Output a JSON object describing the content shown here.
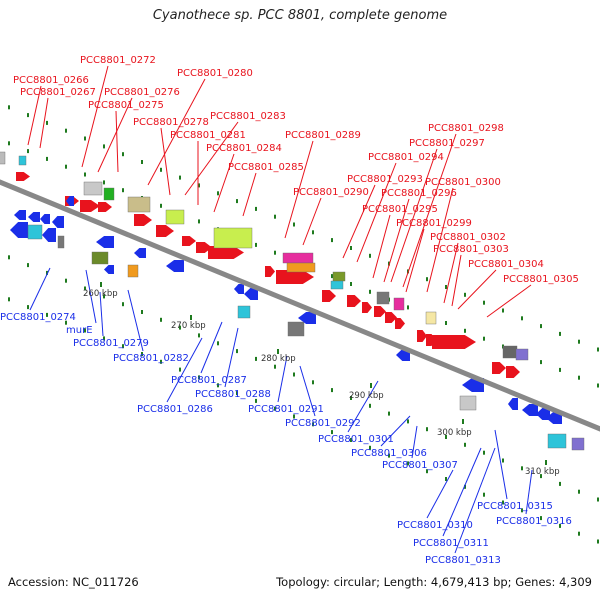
{
  "title": "Cyanothece sp. PCC 8801, complete genome",
  "accession": "Accession: NC_011726",
  "summary": "Topology: circular; Length: 4,679,413 bp; Genes: 4,309",
  "scale_labels": [
    "260 kbp",
    "270 kbp",
    "280 kbp",
    "290 kbp",
    "300 kbp",
    "310 kbp"
  ],
  "colors": {
    "forward": "#e8131d",
    "reverse": "#1a2ee8",
    "tick": "#1e7a1e",
    "backbone": "#888888"
  },
  "forward_genes": [
    "PCC8801_0266",
    "PCC8801_0267",
    "PCC8801_0272",
    "PCC8801_0276",
    "PCC8801_0275",
    "PCC8801_0280",
    "PCC8801_0278",
    "PCC8801_0283",
    "PCC8801_0281",
    "PCC8801_0284",
    "PCC8801_0285",
    "PCC8801_0289",
    "PCC8801_0290",
    "PCC8801_0293",
    "PCC8801_0294",
    "PCC8801_0295",
    "PCC8801_0296",
    "PCC8801_0297",
    "PCC8801_0298",
    "PCC8801_0299",
    "PCC8801_0300",
    "PCC8801_0302",
    "PCC8801_0303",
    "PCC8801_0304",
    "PCC8801_0305"
  ],
  "reverse_genes": [
    "PCC8801_0274",
    "murE",
    "PCC8801_0279",
    "PCC8801_0282",
    "PCC8801_0287",
    "PCC8801_0286",
    "PCC8801_0288",
    "PCC8801_0291",
    "PCC8801_0292",
    "PCC8801_0301",
    "PCC8801_0306",
    "PCC8801_0307",
    "PCC8801_0310",
    "PCC8801_0311",
    "PCC8801_0313",
    "PCC8801_0315",
    "PCC8801_0316"
  ]
}
